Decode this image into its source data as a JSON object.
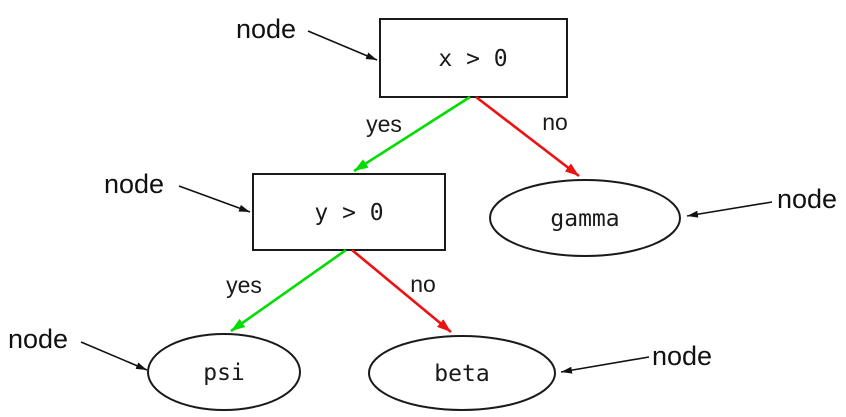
{
  "diagram": {
    "type": "decision-tree",
    "nodes": [
      {
        "id": "root",
        "label": "x > 0",
        "shape": "rect"
      },
      {
        "id": "inner",
        "label": "y > 0",
        "shape": "rect"
      },
      {
        "id": "gamma",
        "label": "gamma",
        "shape": "ellipse"
      },
      {
        "id": "psi",
        "label": "psi",
        "shape": "ellipse"
      },
      {
        "id": "beta",
        "label": "beta",
        "shape": "ellipse"
      }
    ],
    "edges": [
      {
        "from": "x > 0",
        "to": "y > 0",
        "label": "yes",
        "color": "#00dd00"
      },
      {
        "from": "x > 0",
        "to": "gamma",
        "label": "no",
        "color": "#ee1111"
      },
      {
        "from": "y > 0",
        "to": "psi",
        "label": "yes",
        "color": "#00dd00"
      },
      {
        "from": "y > 0",
        "to": "beta",
        "label": "no",
        "color": "#ee1111"
      }
    ],
    "annotations": [
      {
        "label": "node",
        "target": "x > 0"
      },
      {
        "label": "node",
        "target": "y > 0"
      },
      {
        "label": "node",
        "target": "gamma"
      },
      {
        "label": "node",
        "target": "psi"
      },
      {
        "label": "node",
        "target": "beta"
      }
    ],
    "colors": {
      "yes_edge": "#00dd00",
      "no_edge": "#ee1111",
      "outline": "#1a1a1a",
      "annotation": "#111111"
    }
  }
}
